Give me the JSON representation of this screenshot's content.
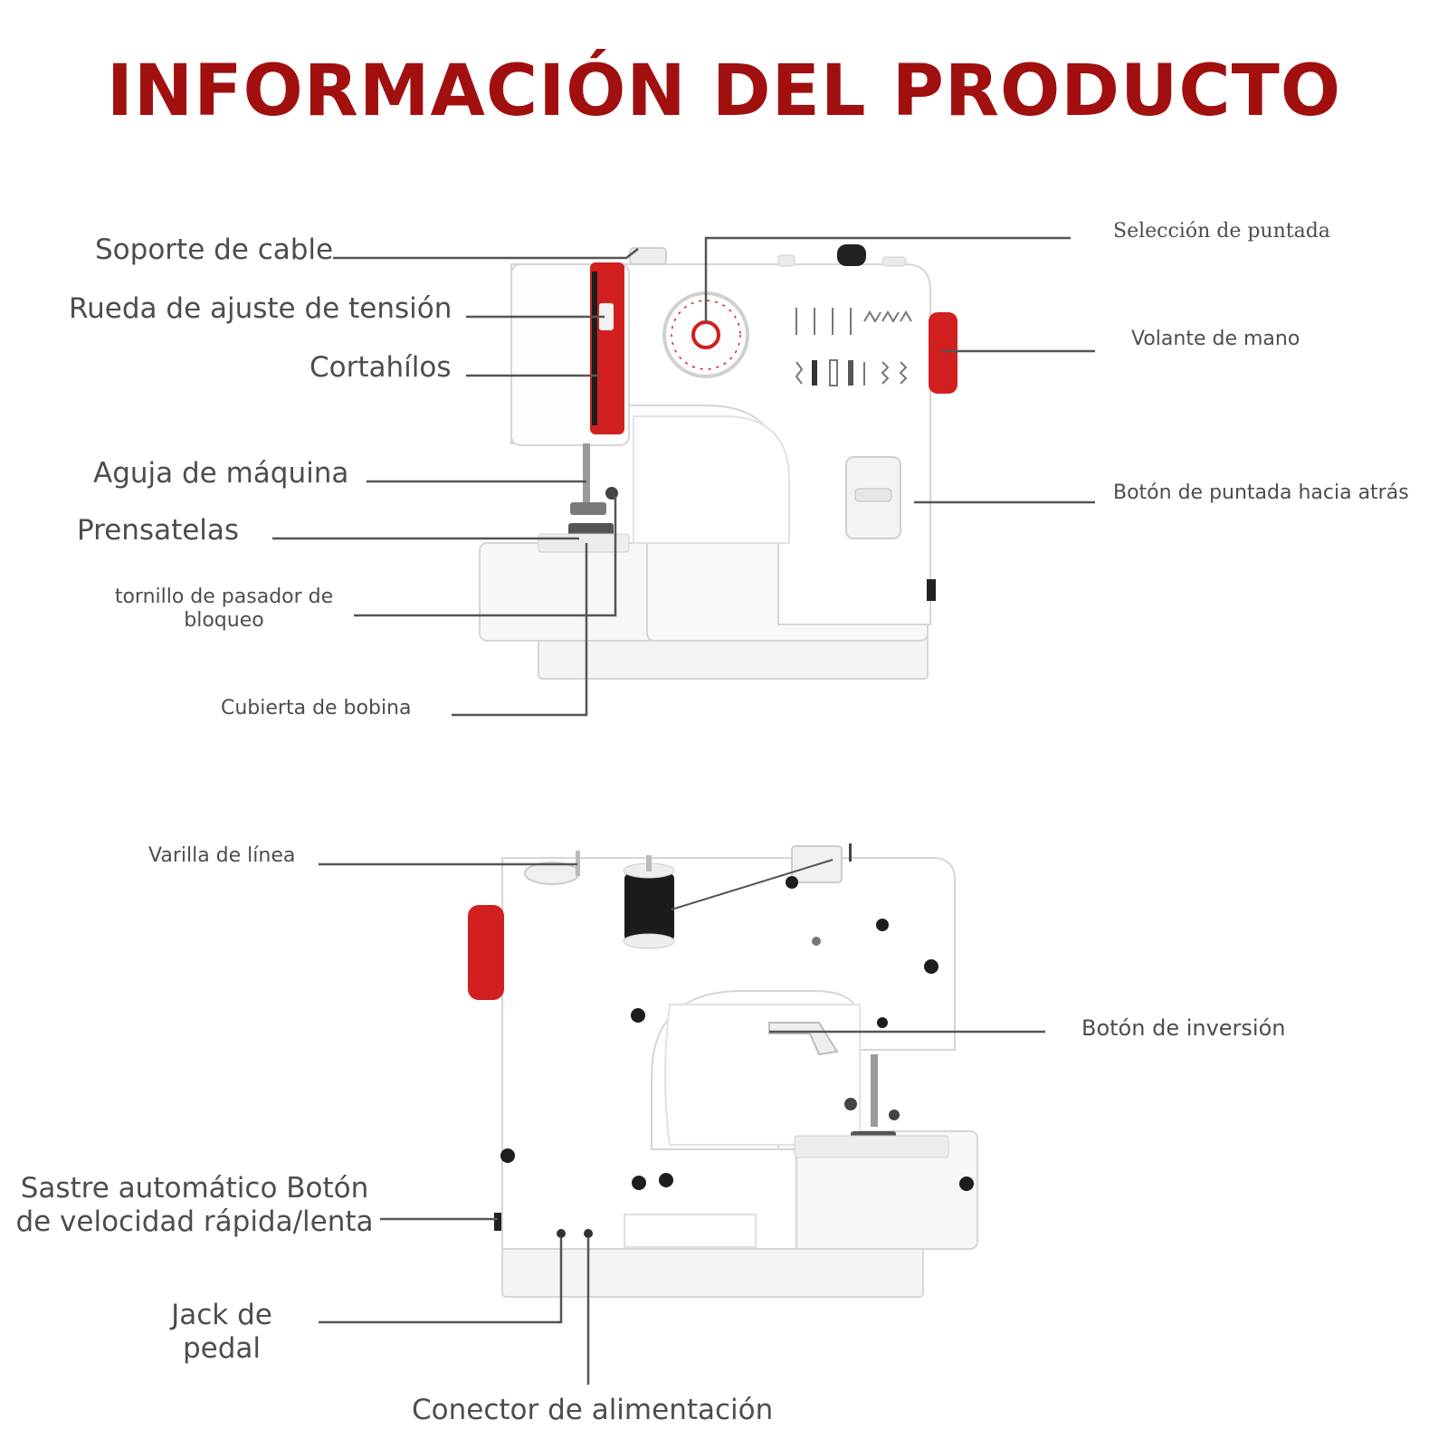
{
  "title": "INFORMACIÓN DEL PRODUCTO",
  "colors": {
    "title": "#a10f0f",
    "accent": "#d21f1f",
    "label": "#4d4d4d",
    "leader": "#555555"
  },
  "labels": {
    "soporte_cable": "Soporte de cable",
    "rueda_tension": "Rueda de ajuste de tensión",
    "cortahilos": "Cortahílos",
    "aguja": "Aguja de máquina",
    "prensatelas": "Prensatelas",
    "tornillo_l1": "tornillo de pasador de",
    "tornillo_l2": "bloqueo",
    "cubierta_bobina": "Cubierta de bobina",
    "seleccion_puntada": "Selección de puntada",
    "volante": "Volante de mano",
    "boton_atras": "Botón de puntada hacia atrás",
    "varilla": "Varilla de línea",
    "boton_inversion": "Botón de inversión",
    "sastre_l1": "Sastre automático Botón",
    "sastre_l2": "de velocidad rápida/lenta",
    "jack_l1": "Jack de",
    "jack_l2": "pedal",
    "conector": "Conector de alimentación"
  }
}
